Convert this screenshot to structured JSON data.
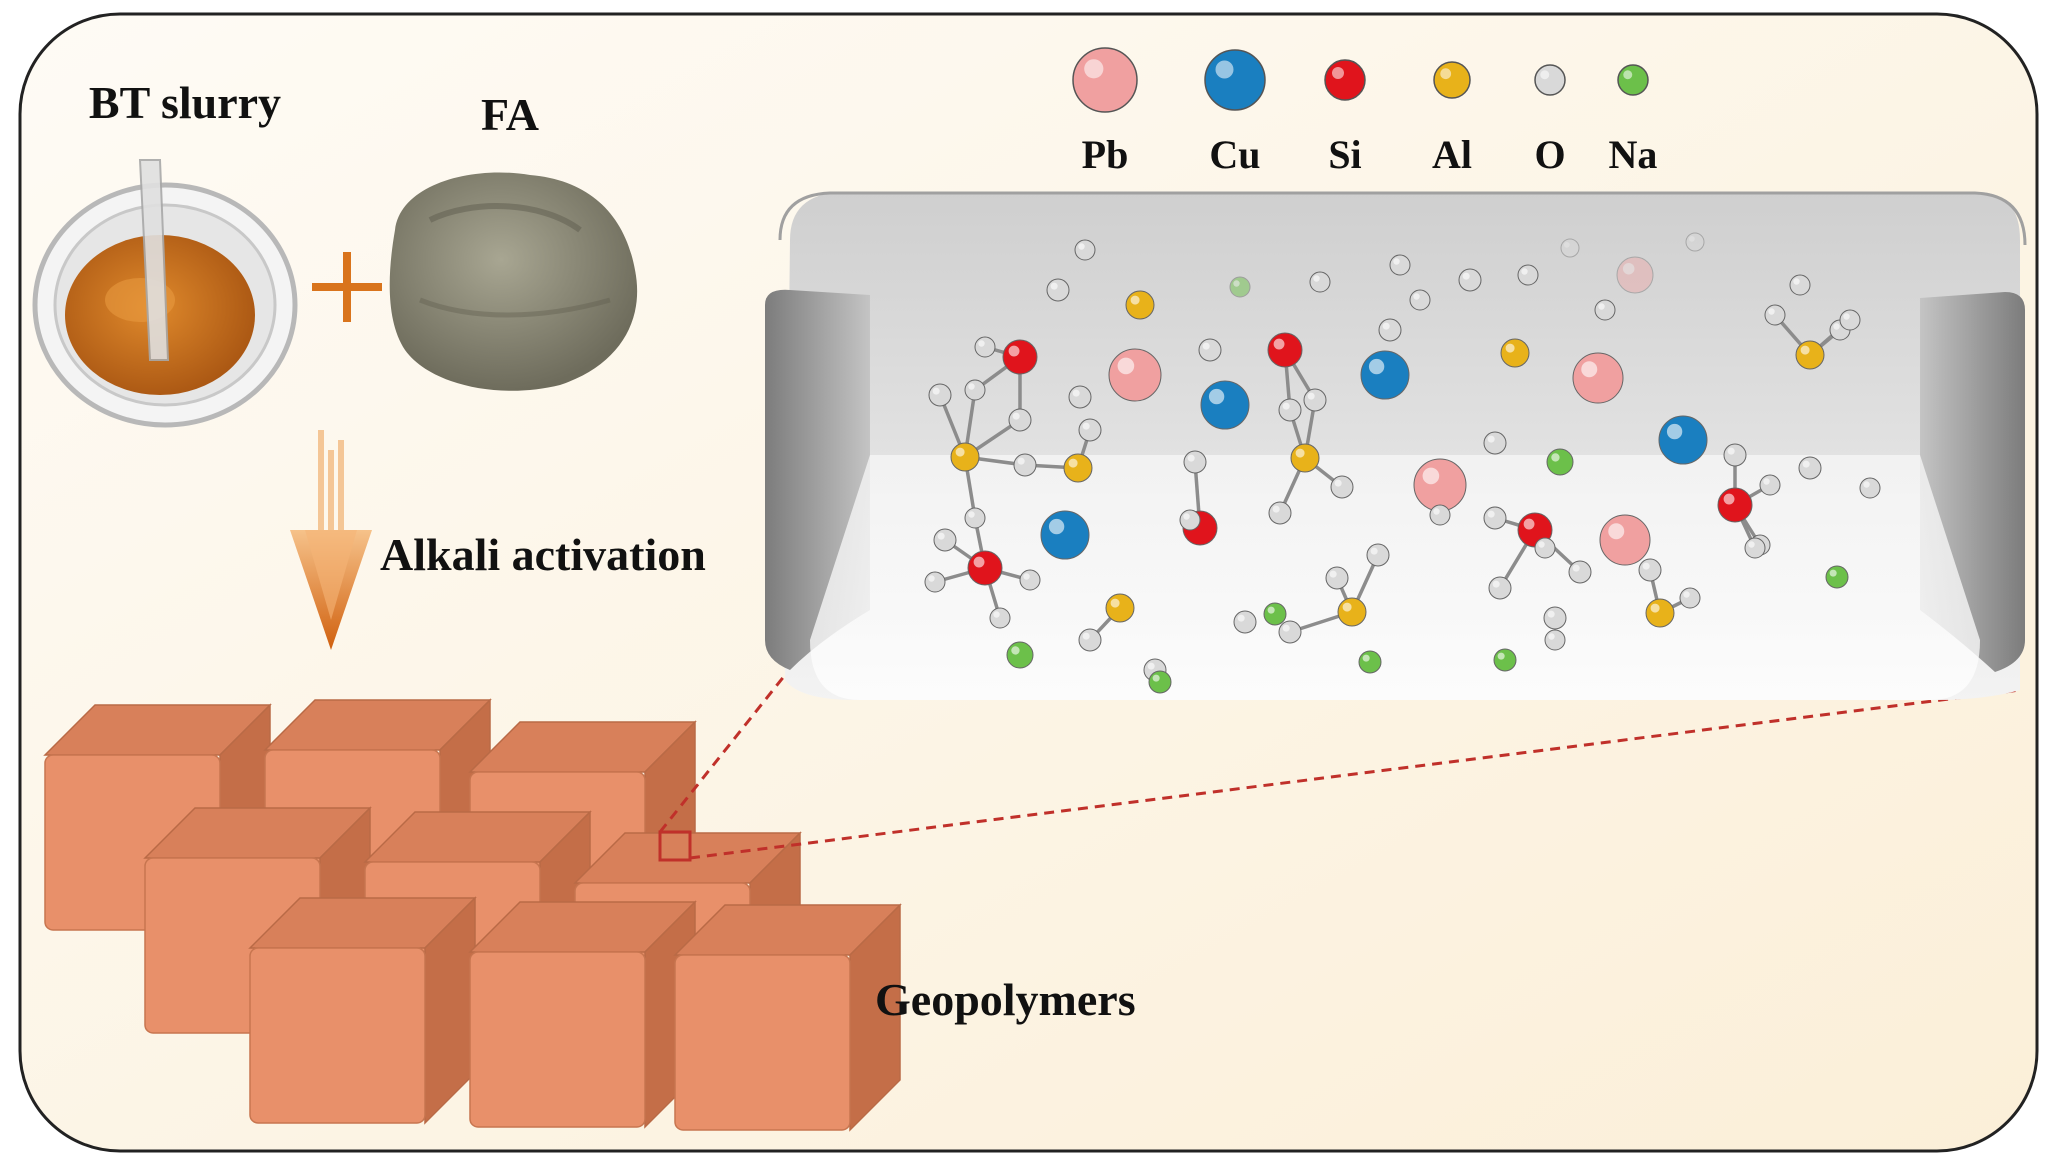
{
  "labels": {
    "bt_slurry": "BT slurry",
    "fa": "FA",
    "alkali_activation": "Alkali activation",
    "geopolymers": "Geopolymers"
  },
  "legend": [
    {
      "symbol": "Pb",
      "color": "#f0a0a0"
    },
    {
      "symbol": "Cu",
      "color": "#1a7fc0"
    },
    {
      "symbol": "Si",
      "color": "#e0141c"
    },
    {
      "symbol": "Al",
      "color": "#e8b21a"
    },
    {
      "symbol": "O",
      "color": "#d9d9d9"
    },
    {
      "symbol": "Na",
      "color": "#6cc04a"
    }
  ],
  "colors": {
    "background": "#fdf6ea",
    "frame": "#222222",
    "slurry": "#c7711f",
    "fly_ash": "#8c8a78",
    "arrow": "#d9741c",
    "cube_top": "#d8805a",
    "cube_front": "#e8906a",
    "cube_side": "#c46e48",
    "zoom_line": "#c0302a",
    "bond": "#8c8c8c"
  },
  "icons": {
    "beaker": "beaker-icon",
    "plus": "plus-icon",
    "powder": "powder-pile-icon",
    "arrow": "arrow-down-icon",
    "cube": "cube-icon",
    "zoom_box": "zoom-box-icon"
  }
}
